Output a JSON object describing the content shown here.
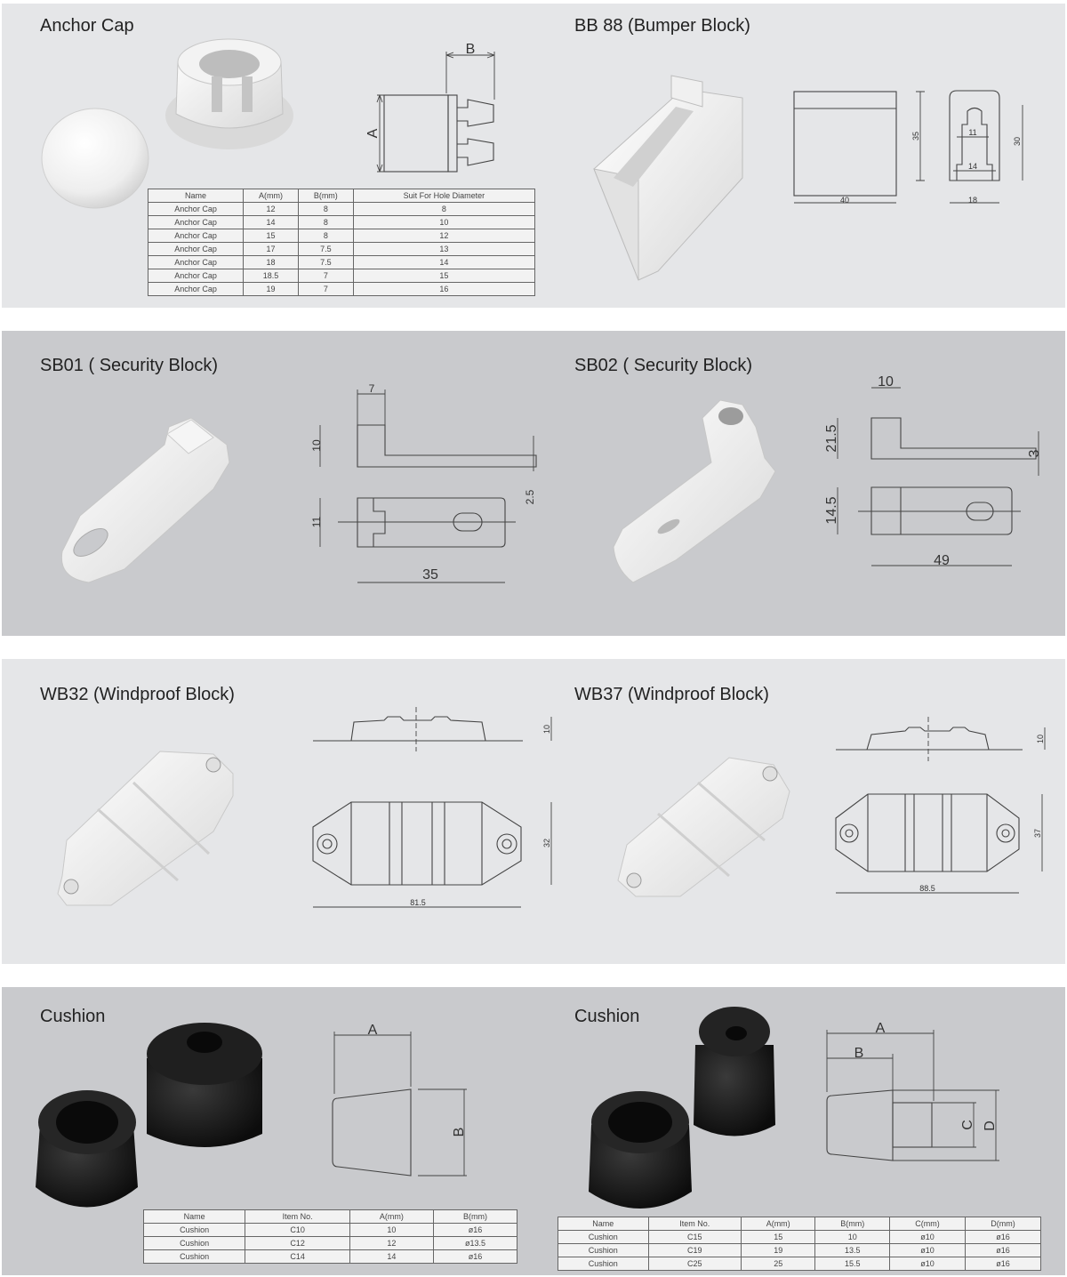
{
  "sections": {
    "anchor_cap": {
      "title": "Anchor Cap",
      "dims": {
        "a": "A",
        "b": "B"
      },
      "table": {
        "headers": [
          "Name",
          "A(mm)",
          "B(mm)",
          "Suit For Hole Diameter"
        ],
        "rows": [
          [
            "Anchor Cap",
            "12",
            "8",
            "8"
          ],
          [
            "Anchor Cap",
            "14",
            "8",
            "10"
          ],
          [
            "Anchor Cap",
            "15",
            "8",
            "12"
          ],
          [
            "Anchor Cap",
            "17",
            "7.5",
            "13"
          ],
          [
            "Anchor Cap",
            "18",
            "7.5",
            "14"
          ],
          [
            "Anchor Cap",
            "18.5",
            "7",
            "15"
          ],
          [
            "Anchor Cap",
            "19",
            "7",
            "16"
          ]
        ]
      }
    },
    "bb88": {
      "title": "BB 88 (Bumper Block)",
      "dims": {
        "height": "35",
        "width": "40",
        "profile_height": "30",
        "inner_top": "11",
        "inner_bottom": "14",
        "base": "18"
      }
    },
    "sb01": {
      "title": "SB01 ( Security Block)",
      "dims": {
        "top": "7",
        "height": "10",
        "thickness": "2.5",
        "width": "11",
        "length": "35"
      }
    },
    "sb02": {
      "title": "SB02 ( Security Block)",
      "dims": {
        "top": "10",
        "height": "21.5",
        "thickness": "3",
        "width": "14.5",
        "length": "49"
      }
    },
    "wb32": {
      "title": "WB32 (Windproof Block)",
      "dims": {
        "height": "10",
        "width": "32",
        "length": "81.5"
      }
    },
    "wb37": {
      "title": "WB37 (Windproof Block)",
      "dims": {
        "height": "10",
        "width": "37",
        "length": "88.5"
      }
    },
    "cushion1": {
      "title": "Cushion",
      "dims": {
        "a": "A",
        "b": "B"
      },
      "table": {
        "headers": [
          "Name",
          "Item No.",
          "A(mm)",
          "B(mm)"
        ],
        "rows": [
          [
            "Cushion",
            "C10",
            "10",
            "ø16"
          ],
          [
            "Cushion",
            "C12",
            "12",
            "ø13.5"
          ],
          [
            "Cushion",
            "C14",
            "14",
            "ø16"
          ]
        ]
      }
    },
    "cushion2": {
      "title": "Cushion",
      "dims": {
        "a": "A",
        "b": "B",
        "c": "C",
        "d": "D"
      },
      "table": {
        "headers": [
          "Name",
          "Item No.",
          "A(mm)",
          "B(mm)",
          "C(mm)",
          "D(mm)"
        ],
        "rows": [
          [
            "Cushion",
            "C15",
            "15",
            "10",
            "ø10",
            "ø16"
          ],
          [
            "Cushion",
            "C19",
            "19",
            "13.5",
            "ø10",
            "ø16"
          ],
          [
            "Cushion",
            "C25",
            "25",
            "15.5",
            "ø10",
            "ø16"
          ]
        ]
      }
    }
  }
}
